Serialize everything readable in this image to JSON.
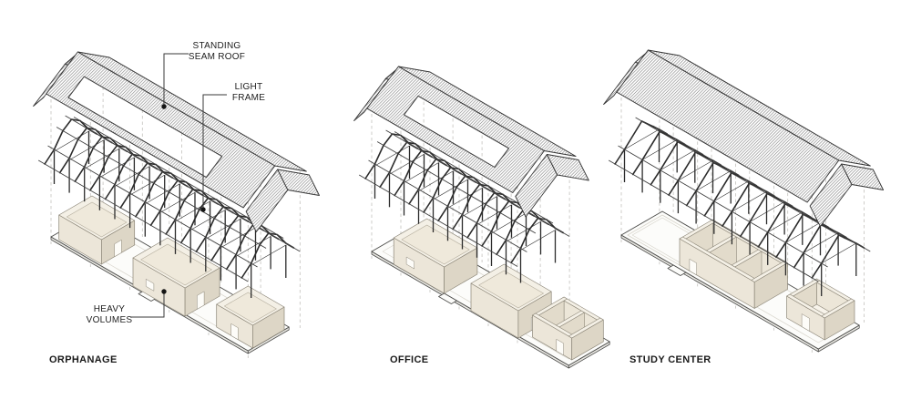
{
  "figure": {
    "background": "#ffffff"
  },
  "colors": {
    "ink": "#2e2e2e",
    "hatch": "#707070",
    "frame": "#2b2b2b",
    "frame_purlin": "#3f3f3f",
    "guide": "#c3c2bd",
    "leader": "#3a3a3a",
    "dot": "#141414",
    "plate_fill": "#fcfcfa",
    "plate_side": "#e7e6e1",
    "plate_stroke": "#4c4c4a",
    "plate_inner": "#d8d5cc",
    "box_front": "#ece6d9",
    "box_side": "#ddd6c6",
    "box_top": "#f4f0e6",
    "box_inner": "#efe9db",
    "box_floor": "#f7f3ea",
    "box_inner_far": "#ece6d8",
    "box_inner_left": "#e2dbcb",
    "box_stroke": "#8b8577",
    "box_stroke_light": "#b3ac9c",
    "opening": "#fdfcf8",
    "label_text": "#1a1a1a",
    "annotation_text": "#1d1d1d"
  },
  "diagrams": [
    {
      "id": "orphanage",
      "label": "ORPHANAGE"
    },
    {
      "id": "office",
      "label": "OFFICE"
    },
    {
      "id": "study-center",
      "label": "STUDY CENTER"
    }
  ],
  "annotations": [
    {
      "id": "standing-seam-roof",
      "lines": [
        "STANDING",
        "SEAM ROOF"
      ]
    },
    {
      "id": "light-frame",
      "lines": [
        "LIGHT",
        "FRAME"
      ]
    },
    {
      "id": "heavy-volumes",
      "lines": [
        "HEAVY",
        "VOLUMES"
      ]
    }
  ]
}
